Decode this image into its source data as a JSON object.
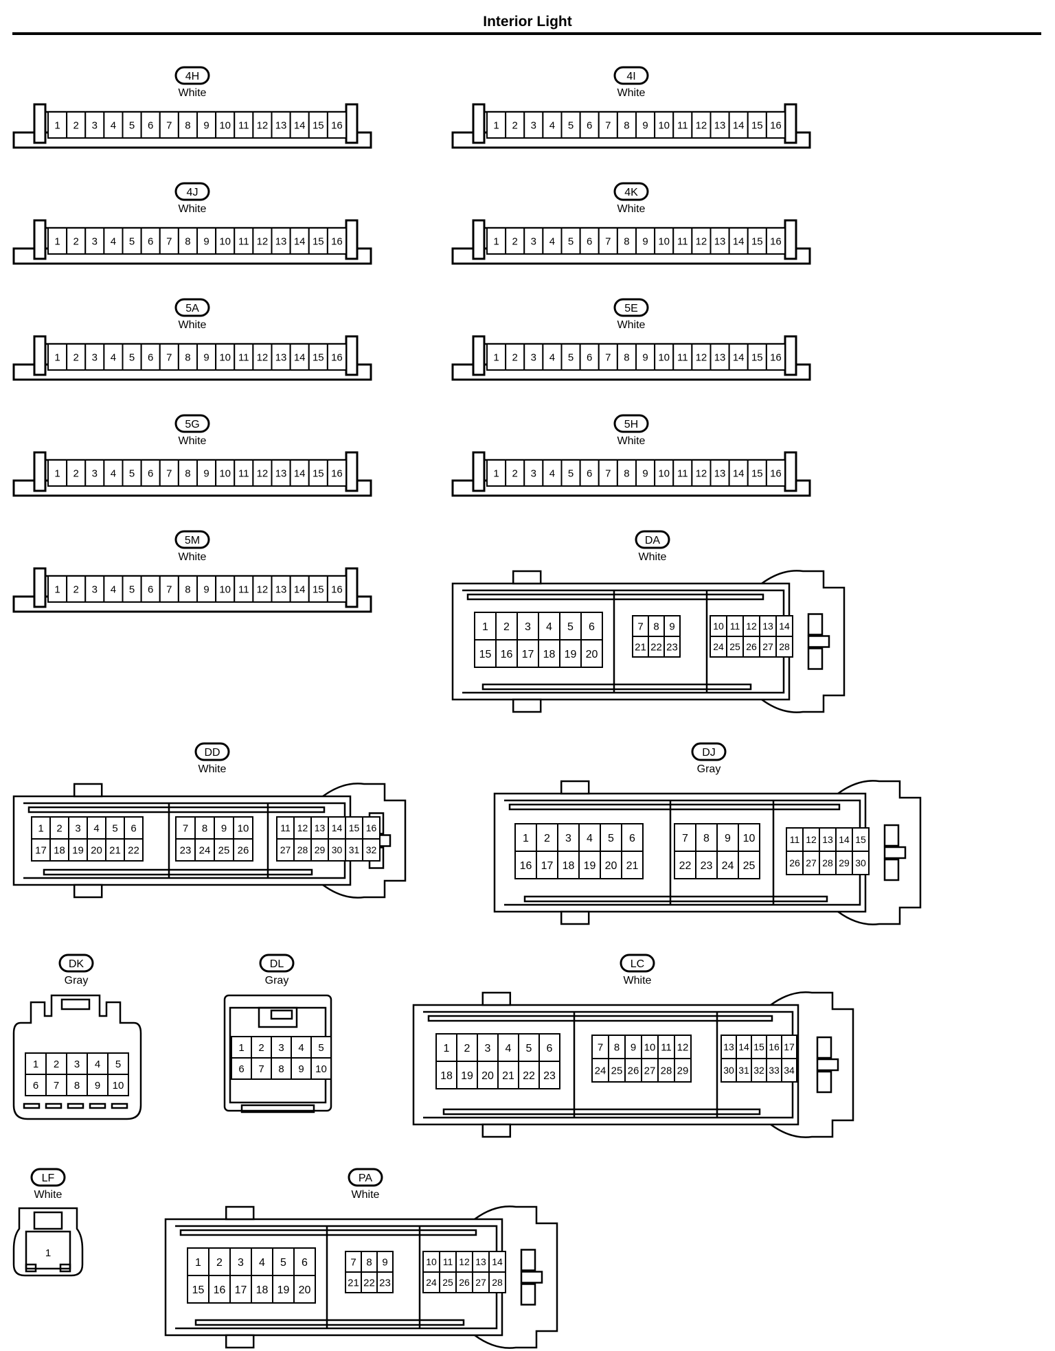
{
  "page_title": "Interior Light",
  "connectors": [
    {
      "id": "4H",
      "color": "White",
      "pins": [
        [
          "1",
          "2",
          "3",
          "4",
          "5",
          "6",
          "7",
          "8",
          "9",
          "10",
          "11",
          "12",
          "13",
          "14",
          "15",
          "16"
        ]
      ]
    },
    {
      "id": "4I",
      "color": "White",
      "pins": [
        [
          "1",
          "2",
          "3",
          "4",
          "5",
          "6",
          "7",
          "8",
          "9",
          "10",
          "11",
          "12",
          "13",
          "14",
          "15",
          "16"
        ]
      ]
    },
    {
      "id": "4J",
      "color": "White",
      "pins": [
        [
          "1",
          "2",
          "3",
          "4",
          "5",
          "6",
          "7",
          "8",
          "9",
          "10",
          "11",
          "12",
          "13",
          "14",
          "15",
          "16"
        ]
      ]
    },
    {
      "id": "4K",
      "color": "White",
      "pins": [
        [
          "1",
          "2",
          "3",
          "4",
          "5",
          "6",
          "7",
          "8",
          "9",
          "10",
          "11",
          "12",
          "13",
          "14",
          "15",
          "16"
        ]
      ]
    },
    {
      "id": "5A",
      "color": "White",
      "pins": [
        [
          "1",
          "2",
          "3",
          "4",
          "5",
          "6",
          "7",
          "8",
          "9",
          "10",
          "11",
          "12",
          "13",
          "14",
          "15",
          "16"
        ]
      ]
    },
    {
      "id": "5E",
      "color": "White",
      "pins": [
        [
          "1",
          "2",
          "3",
          "4",
          "5",
          "6",
          "7",
          "8",
          "9",
          "10",
          "11",
          "12",
          "13",
          "14",
          "15",
          "16"
        ]
      ]
    },
    {
      "id": "5G",
      "color": "White",
      "pins": [
        [
          "1",
          "2",
          "3",
          "4",
          "5",
          "6",
          "7",
          "8",
          "9",
          "10",
          "11",
          "12",
          "13",
          "14",
          "15",
          "16"
        ]
      ]
    },
    {
      "id": "5H",
      "color": "White",
      "pins": [
        [
          "1",
          "2",
          "3",
          "4",
          "5",
          "6",
          "7",
          "8",
          "9",
          "10",
          "11",
          "12",
          "13",
          "14",
          "15",
          "16"
        ]
      ]
    },
    {
      "id": "5M",
      "color": "White",
      "pins": [
        [
          "1",
          "2",
          "3",
          "4",
          "5",
          "6",
          "7",
          "8",
          "9",
          "10",
          "11",
          "12",
          "13",
          "14",
          "15",
          "16"
        ]
      ]
    },
    {
      "id": "DA",
      "color": "White",
      "blocks": [
        {
          "rows": [
            [
              "1",
              "2",
              "3",
              "4",
              "5",
              "6"
            ],
            [
              "15",
              "16",
              "17",
              "18",
              "19",
              "20"
            ]
          ]
        },
        {
          "rows": [
            [
              "7",
              "8",
              "9"
            ],
            [
              "21",
              "22",
              "23"
            ]
          ]
        },
        {
          "rows": [
            [
              "10",
              "11",
              "12",
              "13",
              "14"
            ],
            [
              "24",
              "25",
              "26",
              "27",
              "28"
            ]
          ]
        }
      ]
    },
    {
      "id": "DD",
      "color": "White",
      "blocks": [
        {
          "rows": [
            [
              "1",
              "2",
              "3",
              "4",
              "5",
              "6"
            ],
            [
              "17",
              "18",
              "19",
              "20",
              "21",
              "22"
            ]
          ]
        },
        {
          "rows": [
            [
              "7",
              "8",
              "9",
              "10"
            ],
            [
              "23",
              "24",
              "25",
              "26"
            ]
          ]
        },
        {
          "rows": [
            [
              "11",
              "12",
              "13",
              "14",
              "15",
              "16"
            ],
            [
              "27",
              "28",
              "29",
              "30",
              "31",
              "32"
            ]
          ]
        }
      ]
    },
    {
      "id": "DJ",
      "color": "Gray",
      "blocks": [
        {
          "rows": [
            [
              "1",
              "2",
              "3",
              "4",
              "5",
              "6"
            ],
            [
              "16",
              "17",
              "18",
              "19",
              "20",
              "21"
            ]
          ]
        },
        {
          "rows": [
            [
              "7",
              "8",
              "9",
              "10"
            ],
            [
              "22",
              "23",
              "24",
              "25"
            ]
          ]
        },
        {
          "rows": [
            [
              "11",
              "12",
              "13",
              "14",
              "15"
            ],
            [
              "26",
              "27",
              "28",
              "29",
              "30"
            ]
          ]
        }
      ]
    },
    {
      "id": "DK",
      "color": "Gray",
      "pins": [
        [
          "1",
          "2",
          "3",
          "4",
          "5"
        ],
        [
          "6",
          "7",
          "8",
          "9",
          "10"
        ]
      ]
    },
    {
      "id": "DL",
      "color": "Gray",
      "pins": [
        [
          "1",
          "2",
          "3",
          "4",
          "5"
        ],
        [
          "6",
          "7",
          "8",
          "9",
          "10"
        ]
      ]
    },
    {
      "id": "LC",
      "color": "White",
      "blocks": [
        {
          "rows": [
            [
              "1",
              "2",
              "3",
              "4",
              "5",
              "6"
            ],
            [
              "18",
              "19",
              "20",
              "21",
              "22",
              "23"
            ]
          ]
        },
        {
          "rows": [
            [
              "7",
              "8",
              "9",
              "10",
              "11",
              "12"
            ],
            [
              "24",
              "25",
              "26",
              "27",
              "28",
              "29"
            ]
          ]
        },
        {
          "rows": [
            [
              "13",
              "14",
              "15",
              "16",
              "17"
            ],
            [
              "30",
              "31",
              "32",
              "33",
              "34"
            ]
          ]
        }
      ]
    },
    {
      "id": "LF",
      "color": "White",
      "pins": [
        [
          "1"
        ]
      ]
    },
    {
      "id": "PA",
      "color": "White",
      "blocks": [
        {
          "rows": [
            [
              "1",
              "2",
              "3",
              "4",
              "5",
              "6"
            ],
            [
              "15",
              "16",
              "17",
              "18",
              "19",
              "20"
            ]
          ]
        },
        {
          "rows": [
            [
              "7",
              "8",
              "9"
            ],
            [
              "21",
              "22",
              "23"
            ]
          ]
        },
        {
          "rows": [
            [
              "10",
              "11",
              "12",
              "13",
              "14"
            ],
            [
              "24",
              "25",
              "26",
              "27",
              "28"
            ]
          ]
        }
      ]
    }
  ]
}
